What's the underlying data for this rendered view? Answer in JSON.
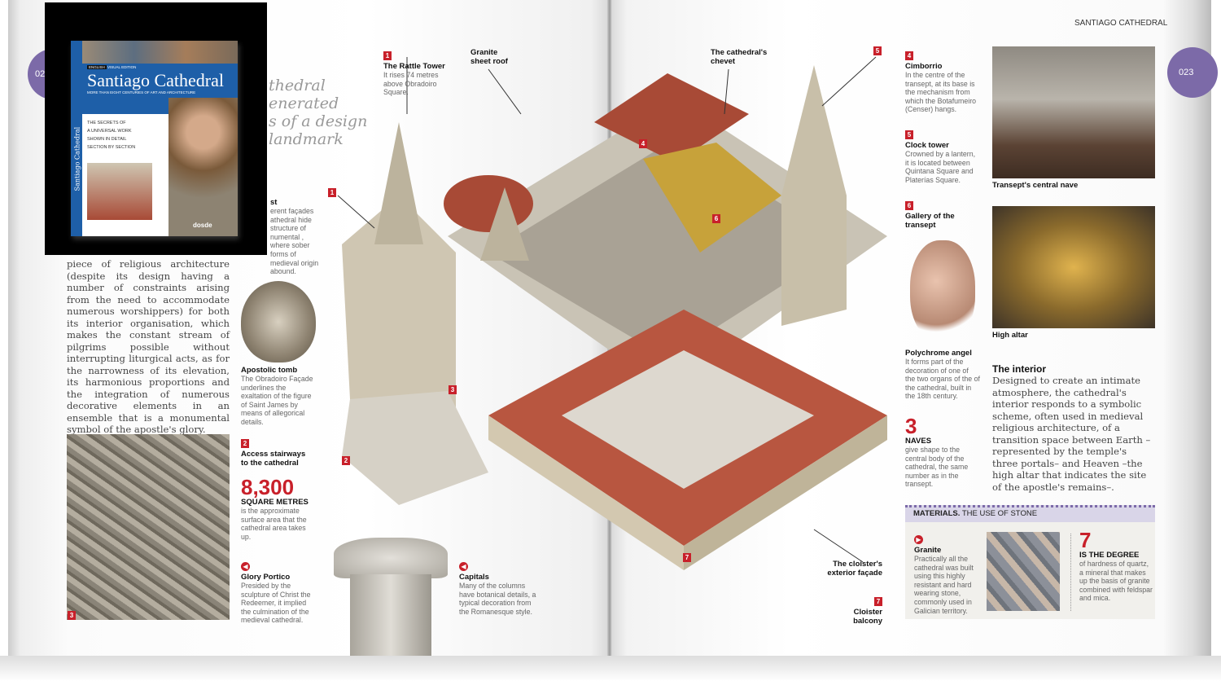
{
  "header": {
    "running_title": "SANTIAGO CATHEDRAL",
    "left_page": "02",
    "right_page": "023"
  },
  "inset_cover": {
    "brand": "dosde",
    "language": "ENGLISH",
    "edition": "VISUAL EDITION",
    "title": "Santiago Cathedral",
    "subtitle": "MORE THAN EIGHT CENTURIES OF ART AND ARCHITECTURE",
    "blurb": [
      "THE SECRETS OF",
      "A UNIVERSAL WORK",
      "SHOWN IN DETAIL",
      "SECTION BY SECTION"
    ],
    "spine": "Santiago Cathedral"
  },
  "headline_fragments": [
    "thedral",
    "enerated",
    "s of a design",
    "landmark"
  ],
  "intro_text": "piece of religious architecture (despite its design having a number of constraints arising from the need to accommodate numerous worshippers) for both its interior organisation, which makes the constant stream of pilgrims possible without interrupting liturgical acts, as for the narrowness of its elevation, its harmonious proportions and the integration of numerous decorative elements in an ensemble that is a monumental symbol of the apostle's glory.",
  "sidebar_fragment": {
    "title": "st",
    "text": "erent façades athedral hide structure of numental , where sober forms of medieval origin abound."
  },
  "left_captions": [
    {
      "title": "Apostolic tomb",
      "text": "The Obradoiro Façade underlines the exaltation of the figure of Saint James by means of allegorical details."
    },
    {
      "num": "2",
      "title": "Access stairways to the cathedral"
    },
    {
      "title": "Glory Portico",
      "text": "Presided by the sculpture of Christ the Redeemer, it implied the culmination of the medieval cathedral."
    },
    {
      "title": "Capitals",
      "text": "Many of the columns have botanical details, a typical decoration from the Romanesque style."
    }
  ],
  "stat_area": {
    "value": "8,300",
    "unit": "SQUARE METRES",
    "text": "is the approximate surface area that the cathedral area takes up."
  },
  "illustration_labels": [
    {
      "num": "1",
      "title": "The Rattle Tower",
      "text": "It rises 74 metres above Obradoiro Square."
    },
    {
      "title": "Granite sheet roof"
    },
    {
      "title": "The cathedral's chevet"
    },
    {
      "title": "The cloister's exterior façade"
    },
    {
      "num": "7",
      "title": "Cloister balcony"
    }
  ],
  "markers": [
    "1",
    "2",
    "3",
    "4",
    "5",
    "6",
    "7",
    "3",
    "2",
    "5"
  ],
  "right_captions": [
    {
      "num": "4",
      "title": "Cimborrio",
      "text": "In the centre of the transept, at its base is the mechanism from which the Botafumeiro (Censer) hangs."
    },
    {
      "num": "5",
      "title": "Clock tower",
      "text": "Crowned by a lantern, it is located between Quintana Square and Platerías Square."
    },
    {
      "num": "6",
      "title": "Gallery of the transept"
    },
    {
      "title": "Polychrome angel",
      "text": "It forms part of the decoration of one of the two organs of the of the cathedral, built in the 18th century."
    }
  ],
  "stat_naves": {
    "value": "3",
    "unit": "NAVES",
    "text": "give shape to the central body of the cathedral, the same number as in the transept."
  },
  "photos": {
    "nave": "Transept's central nave",
    "altar": "High altar",
    "portico_num": "3"
  },
  "interior": {
    "title": "The interior",
    "text": "Designed to create an intimate atmosphere, the cathedral's interior responds to a symbolic scheme, often used in medieval religious architecture, of a transition space between Earth –represented by the temple's three portals– and Heaven –the high altar that indicates the site of the apostle's remains–."
  },
  "materials": {
    "title_bold": "MATERIALS.",
    "title_rest": "THE USE OF STONE",
    "granite_title": "Granite",
    "granite_text": "Practically all the cathedral was built using this highly resistant and hard wearing stone, commonly used in Galician territory.",
    "stat_value": "7",
    "stat_unit": "IS THE DEGREE",
    "stat_text": "of hardness of quartz, a mineral that makes up the basis of granite combined with feldspar and mica."
  },
  "colors": {
    "accent_red": "#c8202a",
    "purple": "#7c6aa8",
    "cover_blue": "#1e5fa8"
  }
}
